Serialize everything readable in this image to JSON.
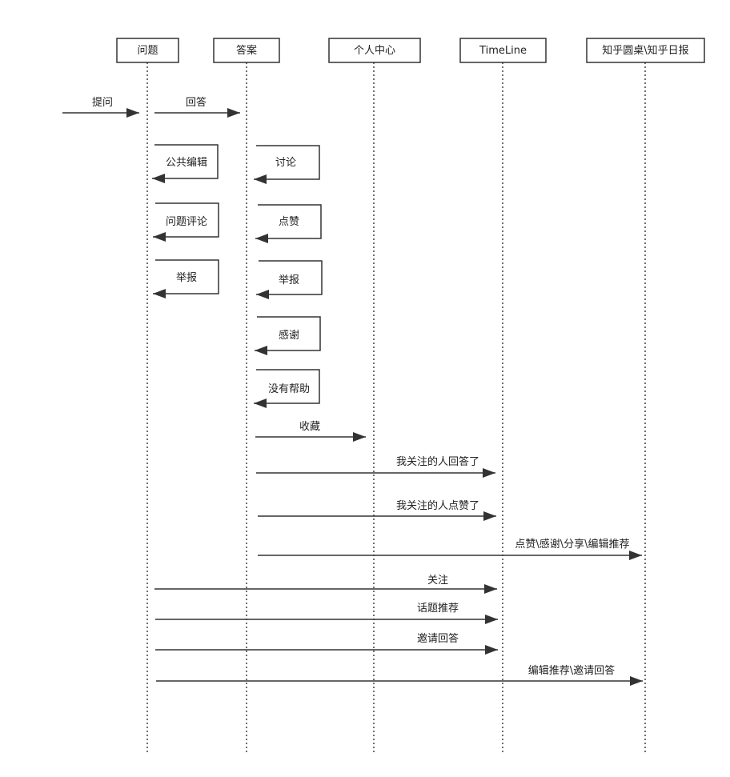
{
  "participants": [
    {
      "id": "question",
      "label": "问题"
    },
    {
      "id": "answer",
      "label": "答案"
    },
    {
      "id": "profile",
      "label": "个人中心"
    },
    {
      "id": "timeline",
      "label": "TimeLine"
    },
    {
      "id": "roundtable",
      "label": "知乎圆桌\\知乎日报"
    }
  ],
  "messages": [
    {
      "from": "external",
      "to": "question",
      "label": "提问"
    },
    {
      "from": "question",
      "to": "answer",
      "label": "回答"
    },
    {
      "from": "question",
      "to": "question",
      "label": "公共编辑",
      "self": true
    },
    {
      "from": "answer",
      "to": "answer",
      "label": "讨论",
      "self": true
    },
    {
      "from": "question",
      "to": "question",
      "label": "问题评论",
      "self": true
    },
    {
      "from": "answer",
      "to": "answer",
      "label": "点赞",
      "self": true
    },
    {
      "from": "question",
      "to": "question",
      "label": "举报",
      "self": true
    },
    {
      "from": "answer",
      "to": "answer",
      "label": "举报",
      "self": true
    },
    {
      "from": "answer",
      "to": "answer",
      "label": "感谢",
      "self": true
    },
    {
      "from": "answer",
      "to": "answer",
      "label": "没有帮助",
      "self": true
    },
    {
      "from": "answer",
      "to": "profile",
      "label": "收藏"
    },
    {
      "from": "answer",
      "to": "timeline",
      "label": "我关注的人回答了"
    },
    {
      "from": "answer",
      "to": "timeline",
      "label": "我关注的人点赞了"
    },
    {
      "from": "answer",
      "to": "roundtable",
      "label": "点赞\\感谢\\分享\\编辑推荐"
    },
    {
      "from": "question",
      "to": "timeline",
      "label": "关注"
    },
    {
      "from": "question",
      "to": "timeline",
      "label": "话题推荐"
    },
    {
      "from": "question",
      "to": "timeline",
      "label": "邀请回答"
    },
    {
      "from": "question",
      "to": "roundtable",
      "label": "编辑推荐\\邀请回答"
    }
  ]
}
